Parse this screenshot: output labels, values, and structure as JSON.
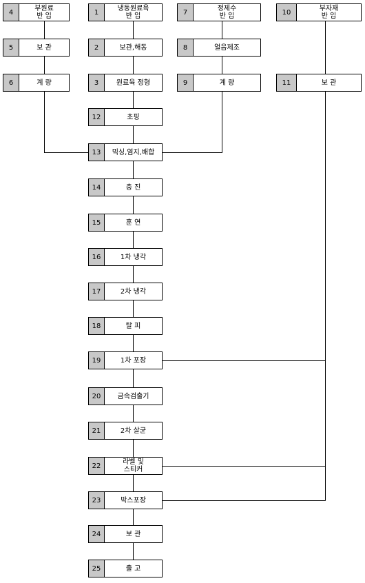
{
  "nodes": {
    "n4": {
      "num": "4",
      "label": "부원료\n반 입"
    },
    "n5": {
      "num": "5",
      "label": "보 관"
    },
    "n6": {
      "num": "6",
      "label": "계 량"
    },
    "n1": {
      "num": "1",
      "label": "냉동원료육\n반 입"
    },
    "n2": {
      "num": "2",
      "label": "보관,해동"
    },
    "n3": {
      "num": "3",
      "label": "원료육 정형"
    },
    "n7": {
      "num": "7",
      "label": "정제수\n반 입"
    },
    "n8": {
      "num": "8",
      "label": "얼음제조"
    },
    "n9": {
      "num": "9",
      "label": "계 량"
    },
    "n10": {
      "num": "10",
      "label": "부자재\n반 입"
    },
    "n11": {
      "num": "11",
      "label": "보 관"
    },
    "n12": {
      "num": "12",
      "label": "초핑"
    },
    "n13": {
      "num": "13",
      "label": "믹싱,염지,배합"
    },
    "n14": {
      "num": "14",
      "label": "충 진"
    },
    "n15": {
      "num": "15",
      "label": "훈 연"
    },
    "n16": {
      "num": "16",
      "label": "1차 냉각"
    },
    "n17": {
      "num": "17",
      "label": "2차 냉각"
    },
    "n18": {
      "num": "18",
      "label": "탈 피"
    },
    "n19": {
      "num": "19",
      "label": "1차 포장"
    },
    "n20": {
      "num": "20",
      "label": "금속검출기"
    },
    "n21": {
      "num": "21",
      "label": "2차 살균"
    },
    "n22": {
      "num": "22",
      "label": "라벨 및\n스티커"
    },
    "n23": {
      "num": "23",
      "label": "박스포장"
    },
    "n24": {
      "num": "24",
      "label": "보 관"
    },
    "n25": {
      "num": "25",
      "label": "출 고"
    }
  }
}
